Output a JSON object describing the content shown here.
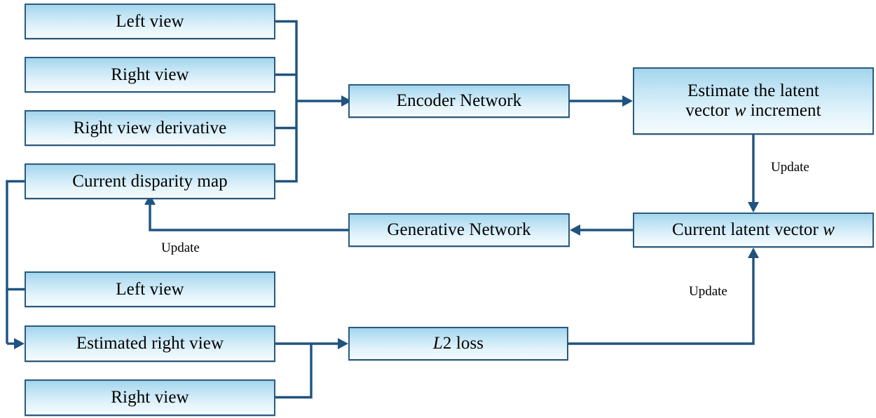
{
  "diagram": {
    "title": "Iterative latent vector optimization pipeline",
    "colors": {
      "box_border": "#2b5a80",
      "box_gradient_top": "#a3d5ec",
      "box_gradient_bottom": "#f4fbfe",
      "arrow": "#1f5380",
      "text": "#000000",
      "background": "#ffffff"
    },
    "nodes": [
      {
        "id": "left-view-top",
        "label": "Left view"
      },
      {
        "id": "right-view-top",
        "label": "Right view"
      },
      {
        "id": "right-view-derivative",
        "label": "Right view derivative"
      },
      {
        "id": "current-disparity-map",
        "label": "Current disparity map"
      },
      {
        "id": "left-view-bottom",
        "label": "Left view"
      },
      {
        "id": "estimated-right-view",
        "label": "Estimated right view"
      },
      {
        "id": "right-view-bottom",
        "label": "Right view"
      },
      {
        "id": "encoder-network",
        "label": "Encoder Network"
      },
      {
        "id": "generative-network",
        "label": "Generative Network"
      },
      {
        "id": "l2-loss",
        "label_pre": "L",
        "label_italic": "L",
        "label_post": "2 loss"
      },
      {
        "id": "estimate-latent-increment",
        "line1_pre": "Estimate the latent",
        "line2_pre": "vector ",
        "line2_italic": "w",
        "line2_post": " increment"
      },
      {
        "id": "current-latent-vector",
        "label_pre": "Current latent vector ",
        "label_italic": "w"
      }
    ],
    "edge_labels": [
      {
        "id": "update-latent",
        "text": "Update"
      },
      {
        "id": "update-disparity",
        "text": "Update"
      },
      {
        "id": "update-loss",
        "text": "Update"
      }
    ],
    "connections": [
      {
        "from": "left-view-top",
        "to": "encoder-network"
      },
      {
        "from": "right-view-top",
        "to": "encoder-network"
      },
      {
        "from": "right-view-derivative",
        "to": "encoder-network"
      },
      {
        "from": "current-disparity-map",
        "to": "encoder-network"
      },
      {
        "from": "encoder-network",
        "to": "estimate-latent-increment"
      },
      {
        "from": "estimate-latent-increment",
        "to": "current-latent-vector",
        "label": "Update"
      },
      {
        "from": "current-latent-vector",
        "to": "generative-network"
      },
      {
        "from": "generative-network",
        "to": "current-disparity-map",
        "label": "Update"
      },
      {
        "from": "current-disparity-map",
        "to": "estimated-right-view"
      },
      {
        "from": "left-view-bottom",
        "to": "estimated-right-view"
      },
      {
        "from": "estimated-right-view",
        "to": "l2-loss"
      },
      {
        "from": "right-view-bottom",
        "to": "l2-loss"
      },
      {
        "from": "l2-loss",
        "to": "current-latent-vector",
        "label": "Update"
      }
    ]
  }
}
